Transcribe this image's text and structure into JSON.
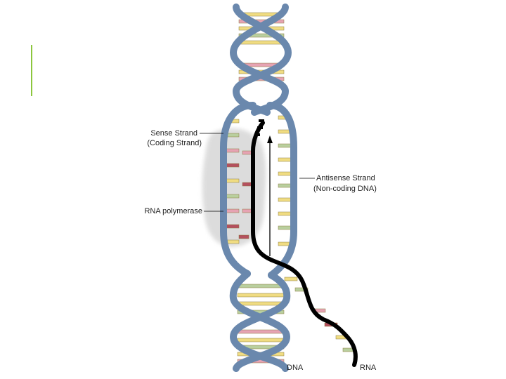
{
  "labels": {
    "sense_line1": "Sense Strand",
    "sense_line2": "(Coding Strand)",
    "antisense_line1": "Antisense Strand",
    "antisense_line2": "(Non-coding DNA)",
    "rna_polymerase": "RNA polymerase",
    "dna": "DNA",
    "rna": "RNA"
  },
  "colors": {
    "accent": "#8cc63e",
    "backbone": "#6a88ad",
    "backbone_dark": "#4a6488",
    "rna": "#000000",
    "base_yellow": "#f0dc82",
    "base_green": "#b9cf9e",
    "base_pink": "#e6a3b3",
    "base_red": "#b4505e",
    "polymerase": "#d9d9d9"
  }
}
